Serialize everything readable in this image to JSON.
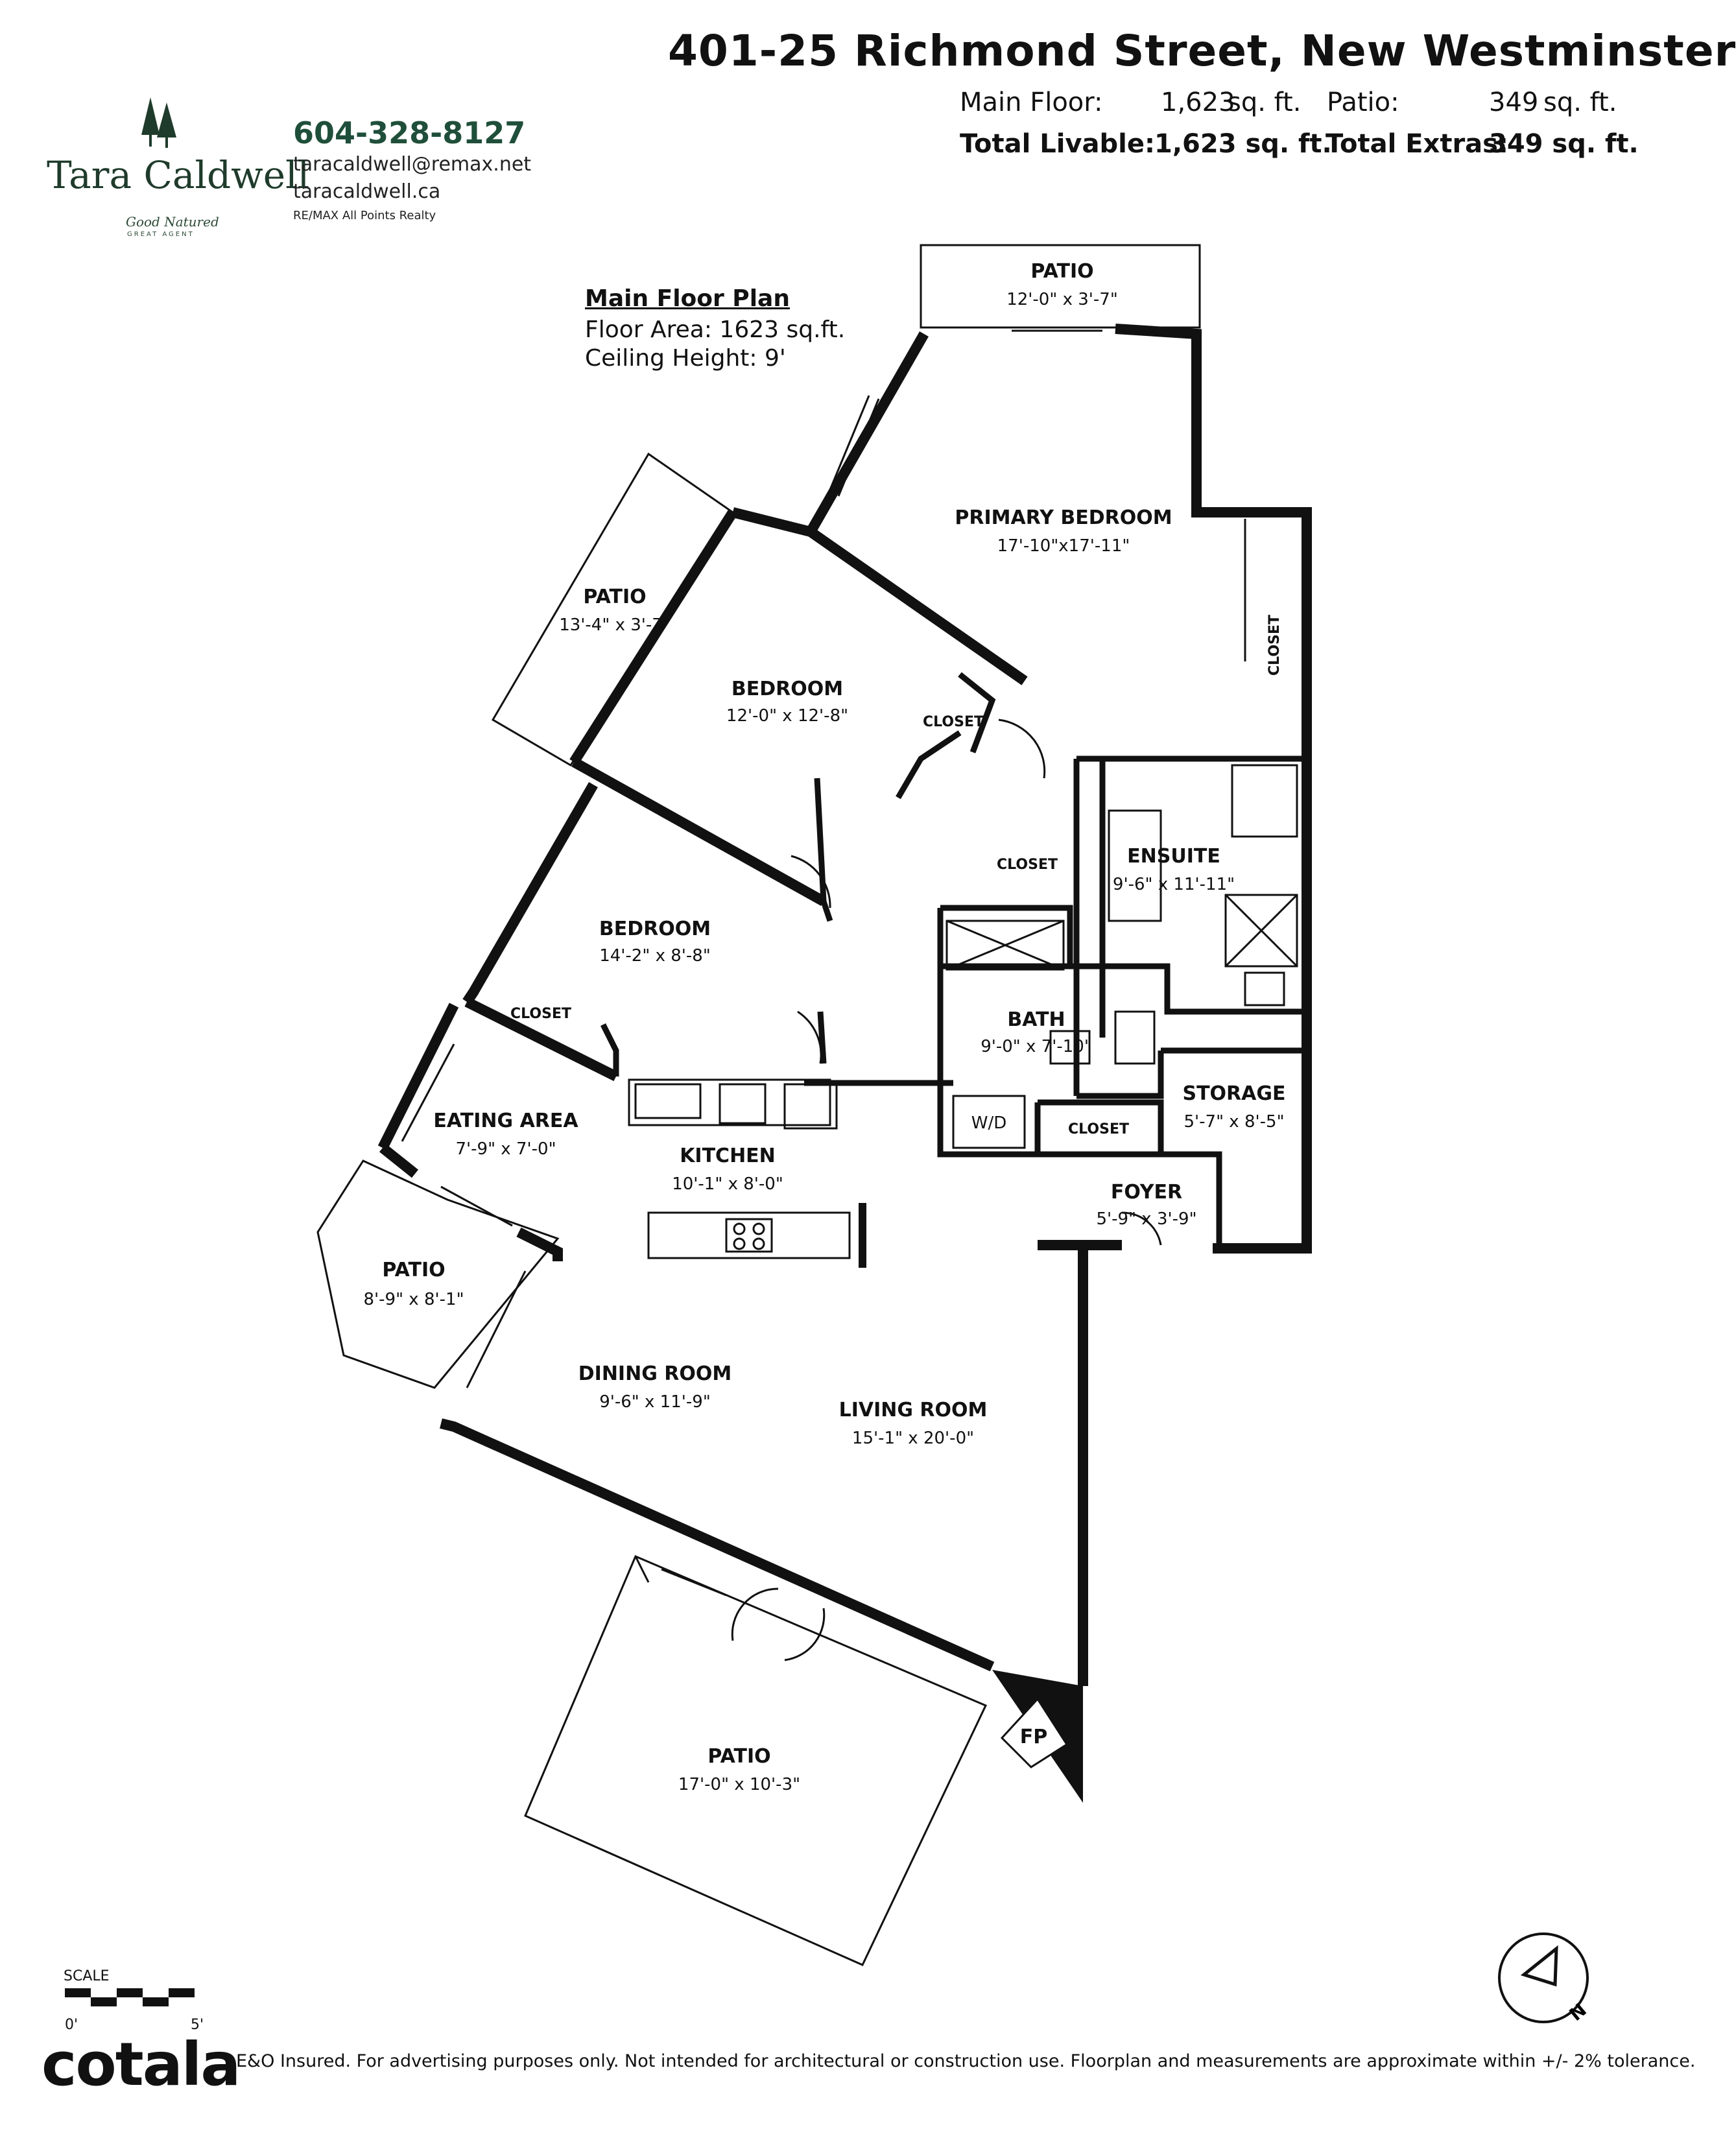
{
  "header": {
    "address": "401-25 Richmond Street, New Westminster",
    "main_floor_label": "Main Floor:",
    "main_floor_value": "1,623",
    "main_floor_unit": "sq. ft.",
    "patio_label": "Patio:",
    "patio_value": "349",
    "patio_unit": "sq. ft.",
    "total_livable_label": "Total Livable:",
    "total_livable_value": "1,623 sq. ft.",
    "total_extras_label": "Total Extras:",
    "total_extras_value": "349 sq. ft."
  },
  "agent": {
    "name": "Tara Caldwell",
    "tagline": "Good Natured",
    "tagline2": "GREAT AGENT",
    "phone": "604-328-8127",
    "email": "taracaldwell@remax.net",
    "website": "taracaldwell.ca",
    "brokerage": "RE/MAX All Points Realty"
  },
  "plan_info": {
    "title": "Main Floor Plan",
    "floor_area": "Floor Area: 1623 sq.ft.",
    "ceiling_height": "Ceiling Height: 9'"
  },
  "rooms": {
    "patio_top": {
      "name": "PATIO",
      "dim": "12'-0\" x 3'-7\""
    },
    "primary_bedroom": {
      "name": "PRIMARY BEDROOM",
      "dim": "17'-10\"x17'-11\""
    },
    "closet_primary": "CLOSET",
    "patio_left": {
      "name": "PATIO",
      "dim": "13'-4\" x 3'-7\""
    },
    "bedroom_1": {
      "name": "BEDROOM",
      "dim": "12'-0\" x 12'-8\""
    },
    "closet_bedroom_1": "CLOSET",
    "closet_hall": "CLOSET",
    "ensuite": {
      "name": "ENSUITE",
      "dim": "9'-6\" x 11'-11\""
    },
    "bedroom_2": {
      "name": "BEDROOM",
      "dim": "14'-2\" x 8'-8\""
    },
    "closet_bedroom_2": "CLOSET",
    "bath": {
      "name": "BATH",
      "dim": "9'-0\" x 7'-10\""
    },
    "wd": "W/D",
    "closet_foyer": "CLOSET",
    "storage": {
      "name": "STORAGE",
      "dim": "5'-7\" x 8'-5\""
    },
    "eating_area": {
      "name": "EATING AREA",
      "dim": "7'-9\" x 7'-0\""
    },
    "kitchen": {
      "name": "KITCHEN",
      "dim": "10'-1\" x 8'-0\""
    },
    "foyer": {
      "name": "FOYER",
      "dim": "5'-9\" x 3'-9\""
    },
    "patio_west": {
      "name": "PATIO",
      "dim": "8'-9\" x 8'-1\""
    },
    "dining_room": {
      "name": "DINING ROOM",
      "dim": "9'-6\" x 11'-9\""
    },
    "living_room": {
      "name": "LIVING ROOM",
      "dim": "15'-1\" x 20'-0\""
    },
    "fireplace": "FP",
    "patio_south": {
      "name": "PATIO",
      "dim": "17'-0\" x 10'-3\""
    }
  },
  "scale": {
    "label": "SCALE",
    "start": "0'",
    "end": "5'"
  },
  "compass": {
    "north": "N"
  },
  "footer": {
    "brand": "cotala",
    "disclaimer": "E&O Insured. For advertising purposes only. Not intended for architectural or construction use. Floorplan and measurements are approximate within +/- 2% tolerance."
  }
}
